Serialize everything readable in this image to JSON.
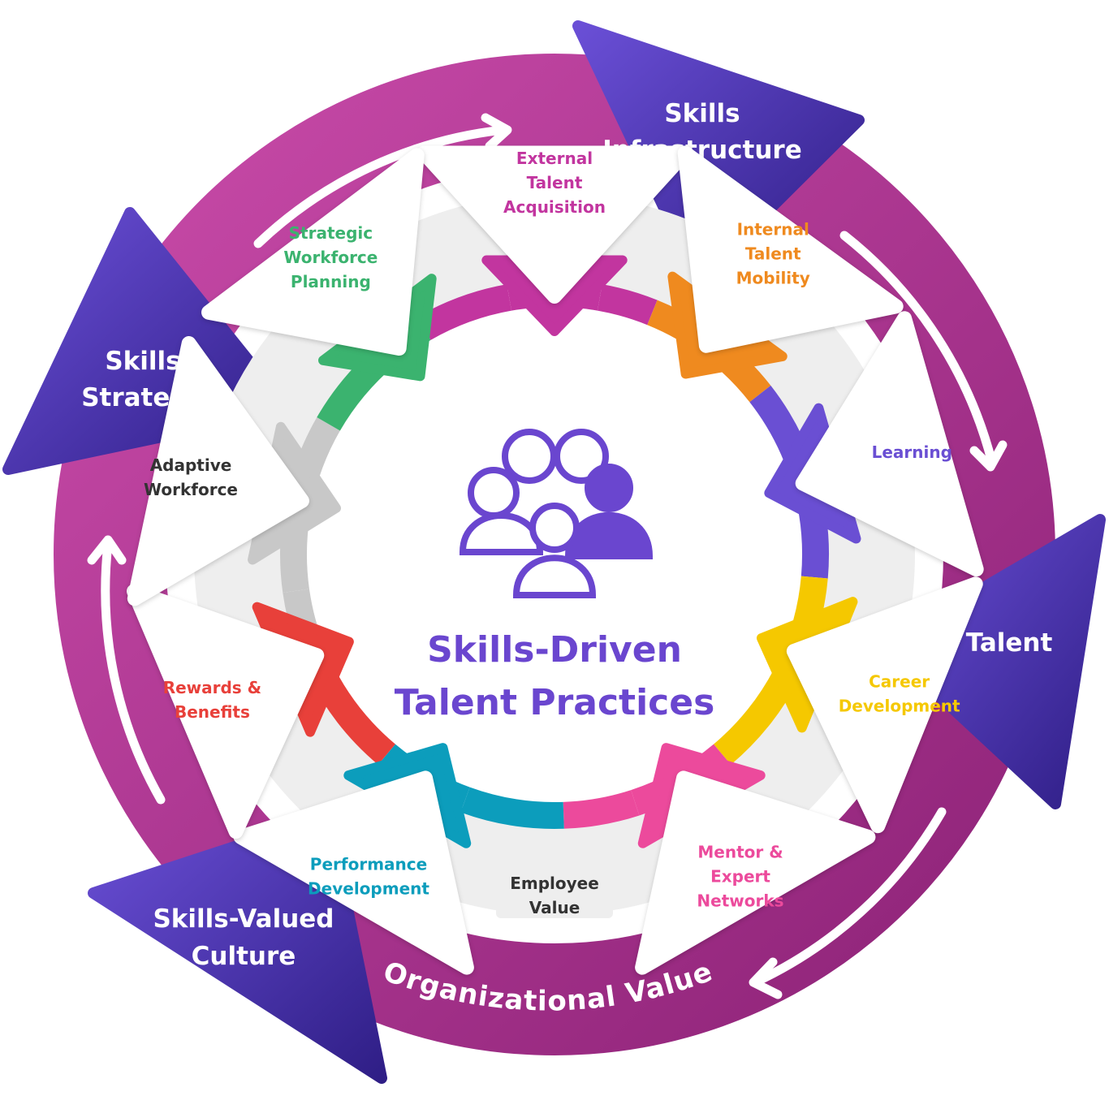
{
  "center": {
    "title_line1": "Skills-Driven",
    "title_line2": "Talent Practices",
    "icon": "people-group-icon"
  },
  "pillars": [
    {
      "id": "skills-strategy",
      "line1": "Skills",
      "line2": "Strategy"
    },
    {
      "id": "skills-infrastructure",
      "line1": "Skills",
      "line2": "Infrastructure"
    },
    {
      "id": "talent",
      "line1": "Talent",
      "line2": ""
    },
    {
      "id": "skills-valued-culture",
      "line1": "Skills-Valued",
      "line2": "Culture"
    }
  ],
  "outer_label": "Organizational Value",
  "practices": [
    {
      "id": "external-talent-acquisition",
      "lines": [
        "External",
        "Talent",
        "Acquisition"
      ],
      "color": "#c2359f"
    },
    {
      "id": "internal-talent-mobility",
      "lines": [
        "Internal",
        "Talent",
        "Mobility"
      ],
      "color": "#ef8a1f"
    },
    {
      "id": "learning",
      "lines": [
        "Learning"
      ],
      "color": "#6a4fd3"
    },
    {
      "id": "career-development",
      "lines": [
        "Career",
        "Development"
      ],
      "color": "#f5c800"
    },
    {
      "id": "mentor-expert-networks",
      "lines": [
        "Mentor &",
        "Expert",
        "Networks"
      ],
      "color": "#ec4a9c"
    },
    {
      "id": "employee-value",
      "lines": [
        "Employee",
        "Value"
      ],
      "color": "#333333"
    },
    {
      "id": "performance-development",
      "lines": [
        "Performance",
        "Development"
      ],
      "color": "#0c9dbc"
    },
    {
      "id": "rewards-benefits",
      "lines": [
        "Rewards &",
        "Benefits"
      ],
      "color": "#e8403a"
    },
    {
      "id": "adaptive-workforce",
      "lines": [
        "Adaptive",
        "Workforce"
      ],
      "color": "#333333"
    },
    {
      "id": "strategic-workforce-planning",
      "lines": [
        "Strategic",
        "Workforce",
        "Planning"
      ],
      "color": "#3bb36f"
    }
  ],
  "colors": {
    "ring_magenta": "#c2429f",
    "ring_magenta_dark": "#9c2a86",
    "pillar_purple": "#4e3ab8",
    "pillar_purple_dark": "#2d1d85",
    "light_ring": "#efefef",
    "accent_purple": "#6a46cf",
    "seg_magenta": "#c2359f",
    "seg_orange": "#ef8a1f",
    "seg_purple": "#6a4fd3",
    "seg_yellow": "#f5c800",
    "seg_pink": "#ec4a9c",
    "seg_teal": "#0c9dbc",
    "seg_red": "#e8403a",
    "seg_gray": "#c8c8c8",
    "seg_green": "#3bb36f"
  }
}
